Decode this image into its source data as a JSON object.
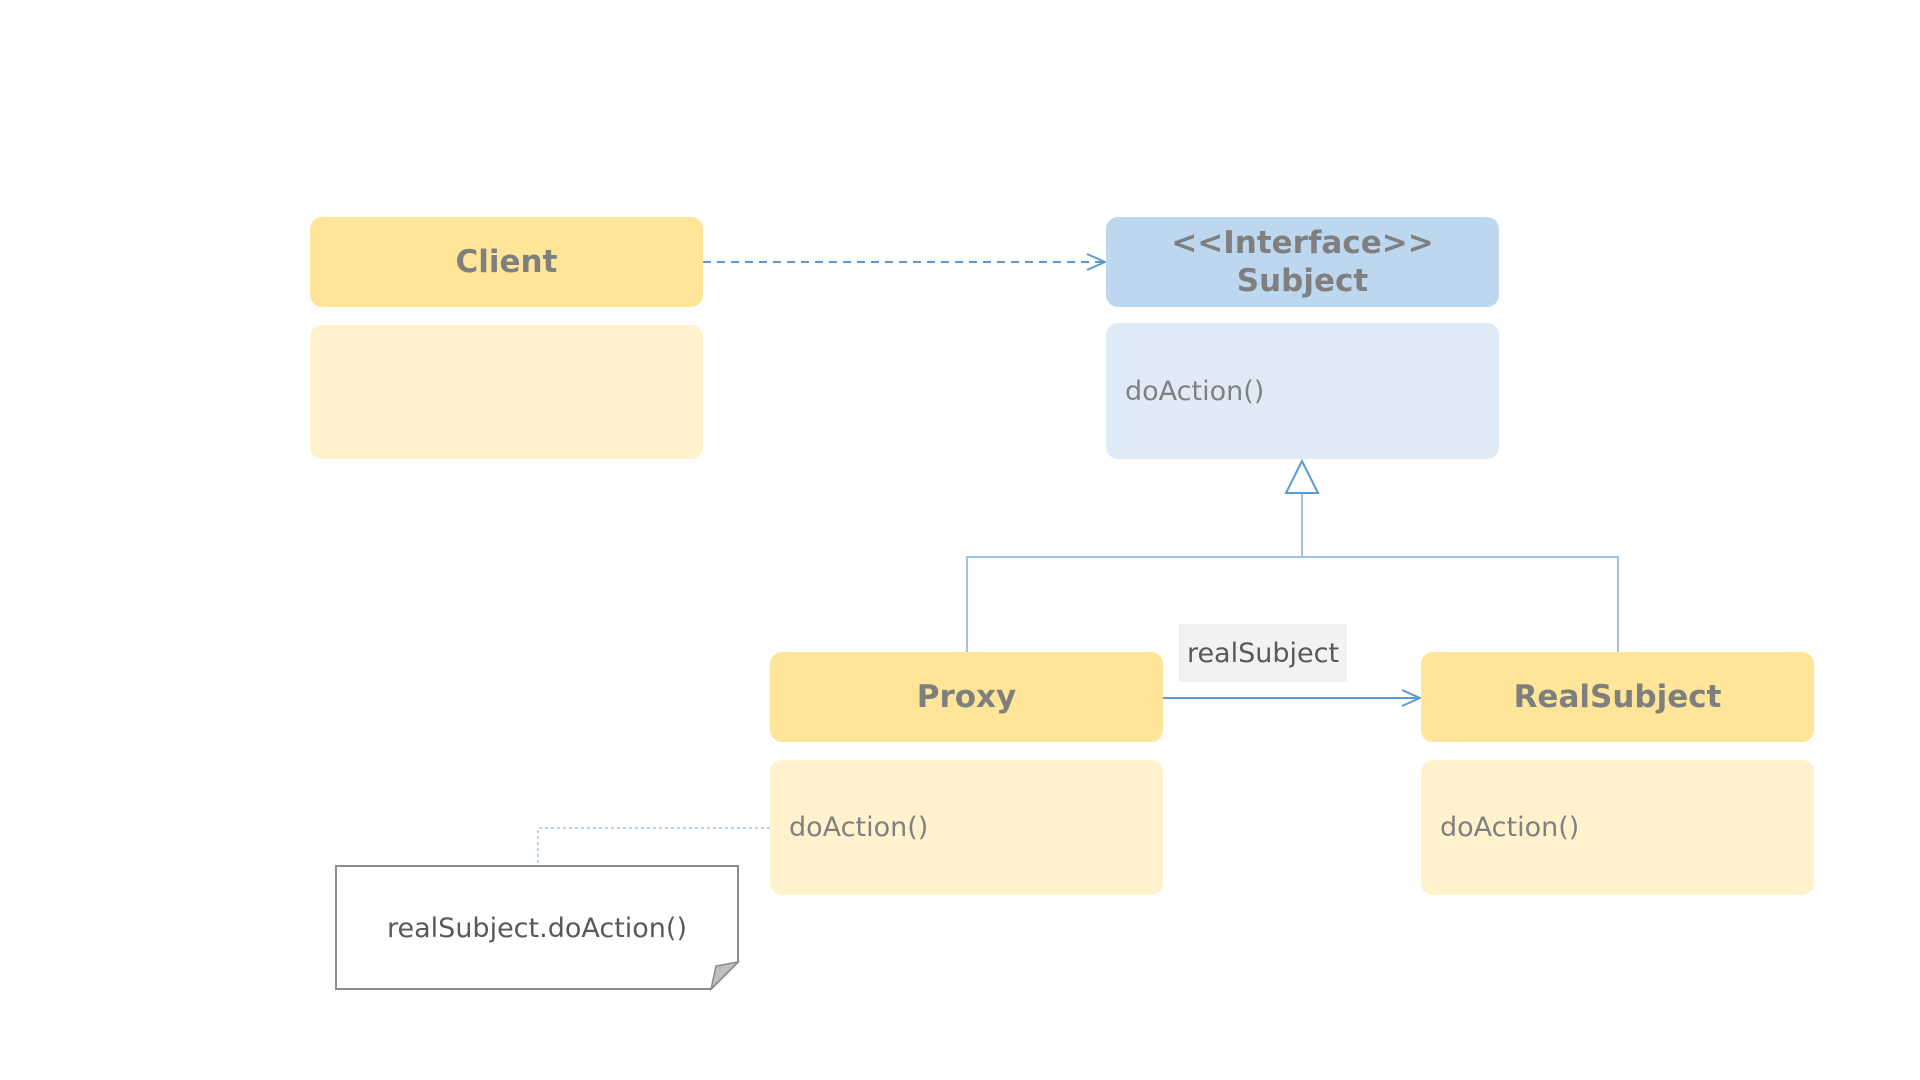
{
  "diagram": {
    "classes": {
      "client": {
        "name": "Client",
        "methods": ""
      },
      "subject": {
        "stereotype": "<<Interface>>",
        "name": "Subject",
        "methods": "doAction()"
      },
      "proxy": {
        "name": "Proxy",
        "methods": "doAction()"
      },
      "real_subject": {
        "name": "RealSubject",
        "methods": "doAction()"
      }
    },
    "association_label": "realSubject",
    "note": "realSubject.doAction()"
  },
  "colors": {
    "header_yellow": "#ffe598",
    "body_yellow": "#fff2cc",
    "header_blue": "#bdd7ee",
    "body_blue": "#deebf7",
    "connector_blue": "#5b9bd5",
    "label_background": "#f2f2f2",
    "text_gray": "#7f7f7f",
    "note_border": "#808080"
  }
}
